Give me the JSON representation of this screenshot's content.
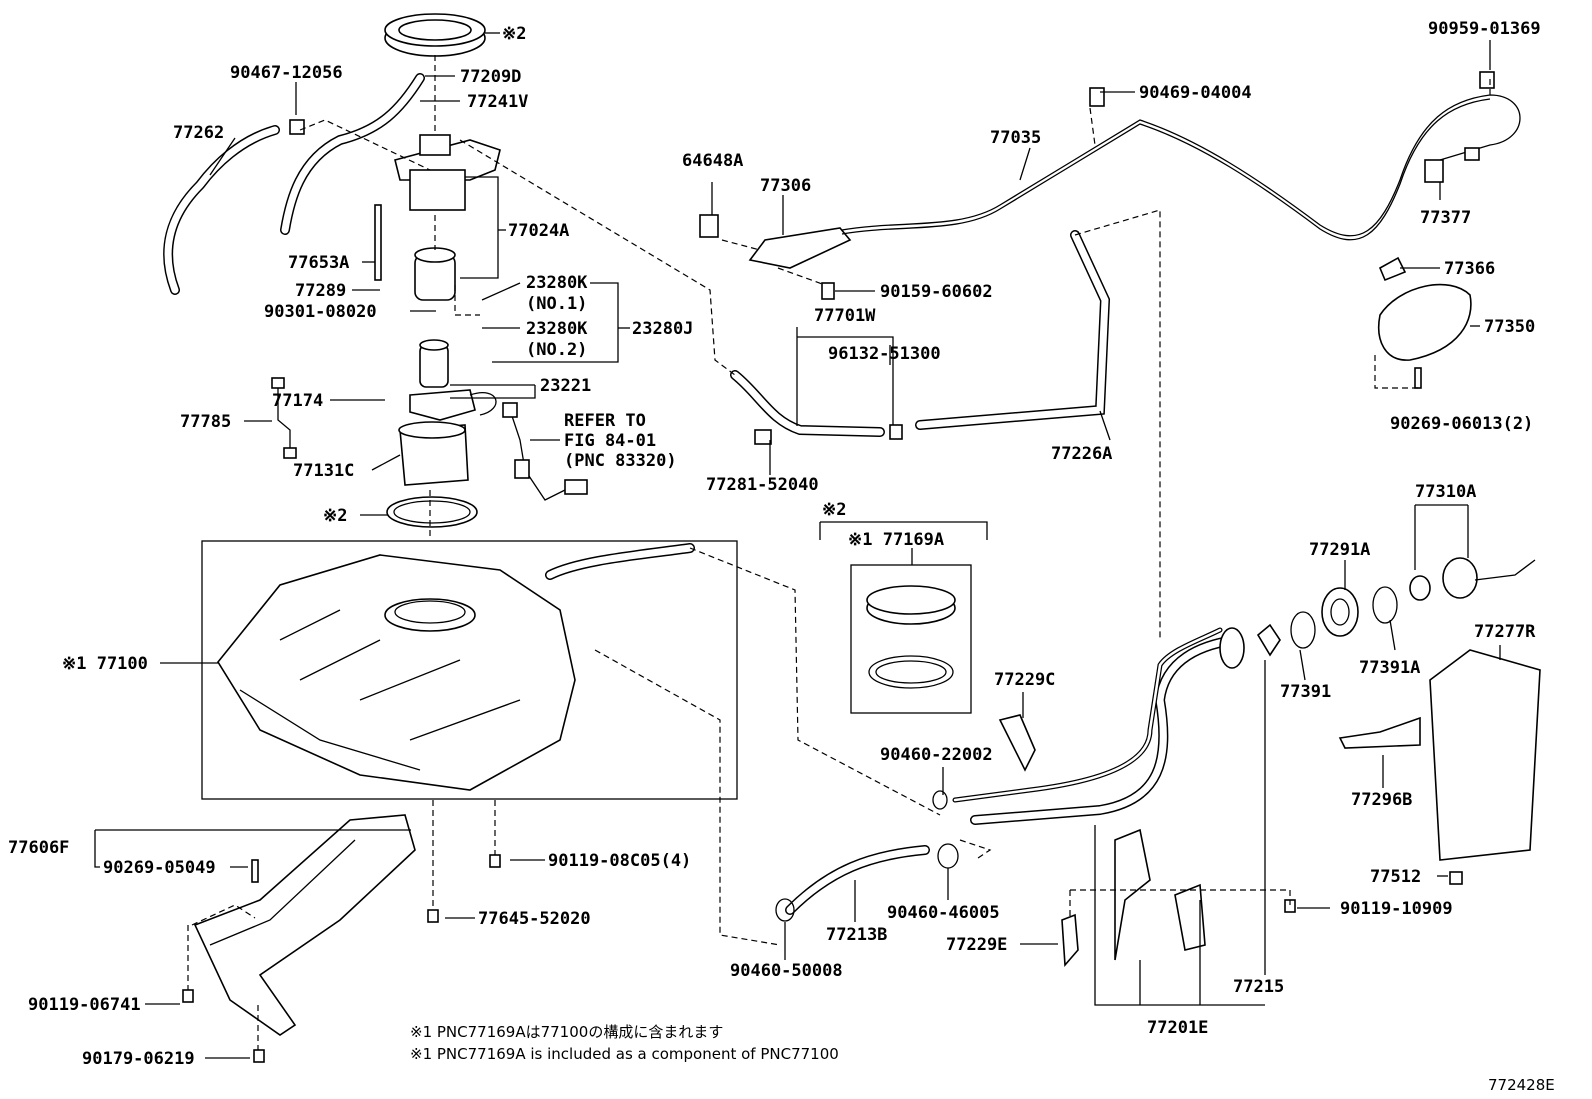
{
  "labels": {
    "p90467_12056": "90467-12056",
    "p77209D": "77209D",
    "p77241V": "77241V",
    "p77262": "77262",
    "p77024A": "77024A",
    "p77653A": "77653A",
    "p77289": "77289",
    "p90301_08020": "90301-08020",
    "p23280K_1": "23280K",
    "p23280K_1_note": "(NO.1)",
    "p23280K_2": "23280K",
    "p23280K_2_note": "(NO.2)",
    "p23280J": "23280J",
    "p23221": "23221",
    "p77174": "77174",
    "p77785": "77785",
    "p77131C": "77131C",
    "refer_1": "REFER TO",
    "refer_2": "FIG 84-01",
    "refer_3": "(PNC 83320)",
    "kome2_top": "※2",
    "kome2_ring": "※2",
    "kome2_kit": "※2",
    "kome1_77100": "※1 77100",
    "kome1_77169A": "※1 77169A",
    "p64648A": "64648A",
    "p77306": "77306",
    "p90159_60602": "90159-60602",
    "p77701W": "77701W",
    "p96132_51300": "96132-51300",
    "p77281_52040": "77281-52040",
    "p77035": "77035",
    "p90469_04004": "90469-04004",
    "p90959_01369": "90959-01369",
    "p77377": "77377",
    "p77366": "77366",
    "p77350": "77350",
    "p90269_06013": "90269-06013(2)",
    "p77226A": "77226A",
    "p77310A": "77310A",
    "p77291A": "77291A",
    "p77391A": "77391A",
    "p77391": "77391",
    "p77277R": "77277R",
    "p77229C": "77229C",
    "p90460_22002": "90460-22002",
    "p77296B": "77296B",
    "p77512": "77512",
    "p90119_10909": "90119-10909",
    "p77606F": "77606F",
    "p90269_05049": "90269-05049",
    "p90119_08C05": "90119-08C05(4)",
    "p77645_52020": "77645-52020",
    "p90460_46005": "90460-46005",
    "p77213B": "77213B",
    "p90460_50008": "90460-50008",
    "p77229E": "77229E",
    "p77215": "77215",
    "p77201E": "77201E",
    "p90119_06741": "90119-06741",
    "p90179_06219": "90179-06219",
    "note_jp": "※1 PNC77169Aは77100の構成に含まれます",
    "note_en": "※1 PNC77169A is included as a component of PNC77100",
    "figure_id": "772428E"
  }
}
